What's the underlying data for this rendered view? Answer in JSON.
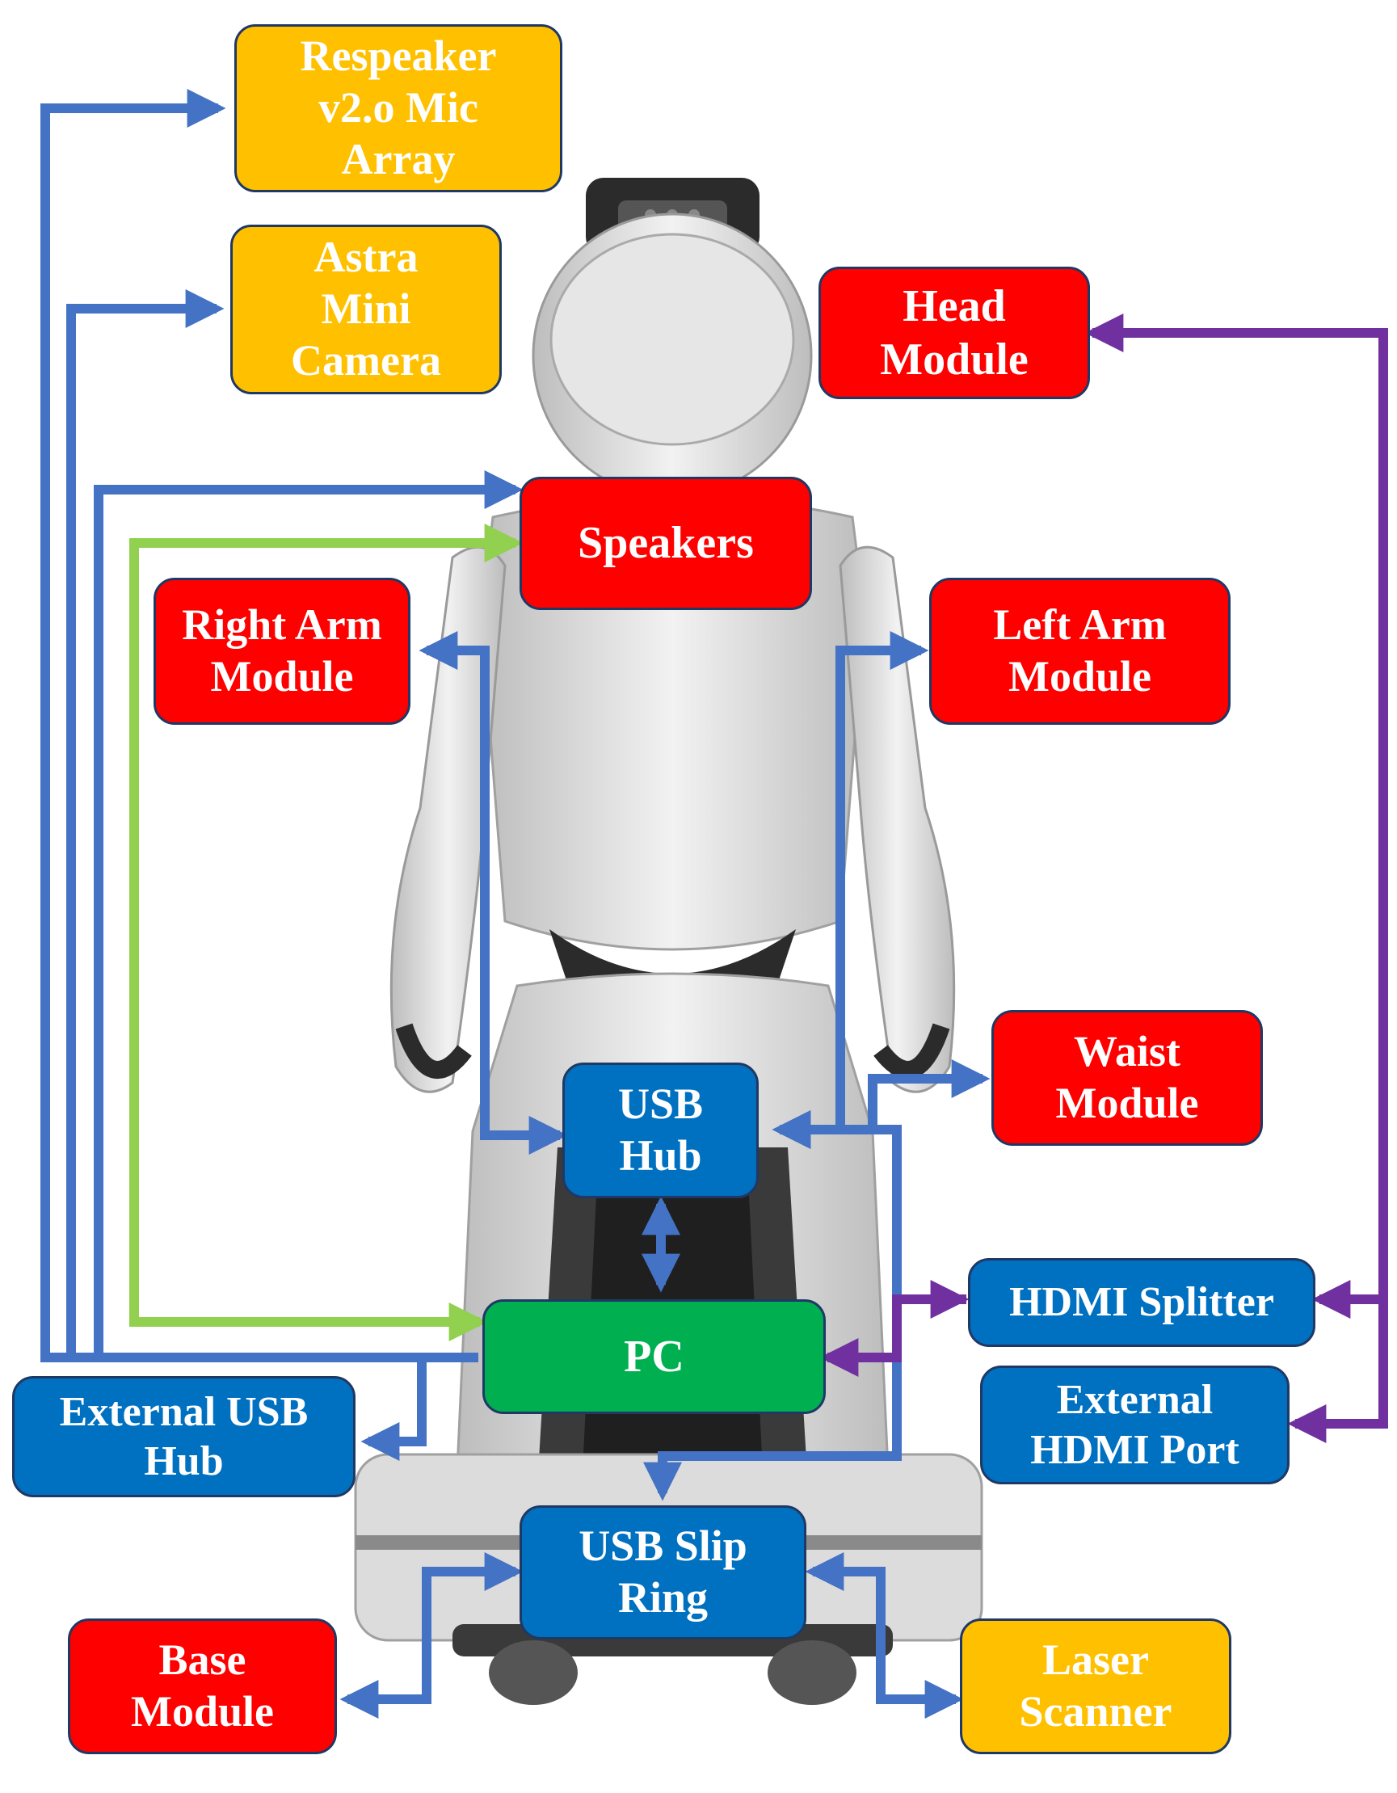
{
  "colors": {
    "sensor": "#ffc000",
    "module": "#ff0000",
    "interface": "#0070c0",
    "computer": "#00b050",
    "usb_link": "#4472c4",
    "audio_link": "#92d050",
    "hdmi_link": "#7030a0",
    "border": "#1f3864"
  },
  "nodes": {
    "respeaker": "Respeaker\nv2.o Mic\nArray",
    "astra_camera": "Astra\nMini\nCamera",
    "head_module": "Head\nModule",
    "speakers": "Speakers",
    "right_arm_module": "Right Arm\nModule",
    "left_arm_module": "Left Arm\nModule",
    "waist_module": "Waist\nModule",
    "usb_hub": "USB\nHub",
    "hdmi_splitter": "HDMI Splitter",
    "pc": "PC",
    "external_usb_hub": "External USB\nHub",
    "external_hdmi_port": "External\nHDMI Port",
    "usb_slip_ring": "USB Slip\nRing",
    "base_module": "Base\nModule",
    "laser_scanner": "Laser\nScanner"
  }
}
